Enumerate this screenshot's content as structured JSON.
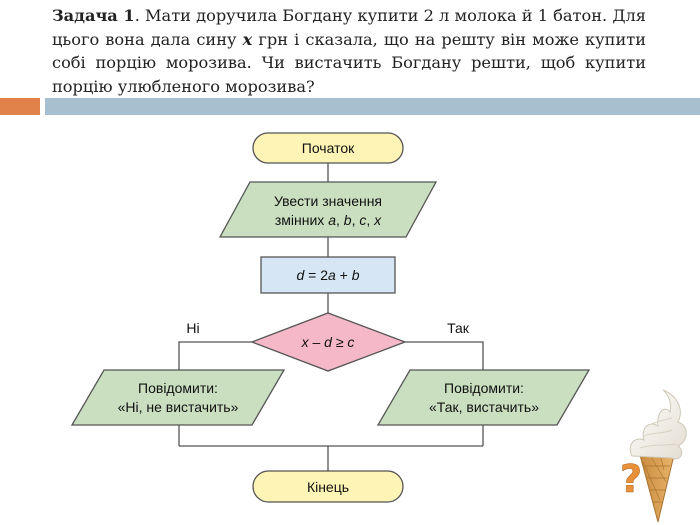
{
  "task": {
    "heading": "Задача 1",
    "heading_suffix": ". ",
    "text_before": "Мати доручила Богдану купити 2 л молока й 1 батон. Для цього вона дала сину ",
    "variable": "x",
    "text_after": " грн і сказала, що на решту він може купити собі порцію морозива. Чи вистачить Богдану решти, щоб купити порцію улюбленого морозива?"
  },
  "flowchart": {
    "start_label": "Початок",
    "input_line1": "Увести значення",
    "input_line2_prefix": "змінних ",
    "input_vars": [
      "a",
      "b",
      "c",
      "x"
    ],
    "input_separator": ", ",
    "process": {
      "var": "d",
      "eq": " = 2",
      "var_a": "a",
      "plus": " + ",
      "var_b": "b"
    },
    "decision": {
      "var_x": "x",
      "minus": " – ",
      "var_d": "d",
      "ge": " ≥ ",
      "var_c": "c"
    },
    "branch_no_label": "Ні",
    "branch_yes_label": "Так",
    "output_no_line1": "Повідомити:",
    "output_no_line2": "«Ні, не вистачить»",
    "output_yes_line1": "Повідомити:",
    "output_yes_line2": "«Так, вистачить»",
    "end_label": "Кінець"
  },
  "colors": {
    "terminal_fill": "#fdf4b5",
    "io_fill": "#c9dfc0",
    "process_fill": "#d6e6f5",
    "decision_fill": "#f4b8c8",
    "stroke": "#555555",
    "accent_orange": "#e0824a",
    "accent_blue": "#a8bfcf"
  },
  "icons": {
    "illustration": "ice-cream-cone-icon",
    "question": "question-mark-icon"
  },
  "question_mark": "?"
}
